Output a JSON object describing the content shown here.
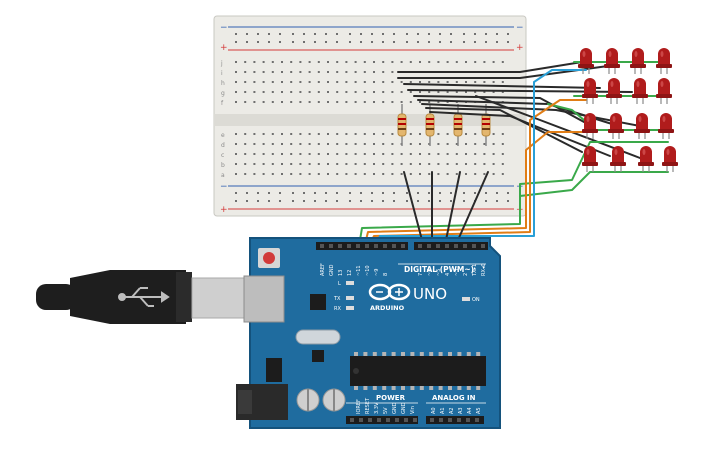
{
  "board": {
    "brand": "ARDUINO",
    "model": "UNO",
    "digital_label": "DIGITAL (PWM~)",
    "analog_label": "ANALOG IN",
    "power_label": "POWER",
    "on_label": "ON",
    "led_l": "L",
    "led_tx": "TX",
    "led_rx": "RX",
    "digital_pins": [
      "AREF",
      "GND",
      "13",
      "12",
      "~11",
      "~10",
      "~9",
      "8",
      "7",
      "~6",
      "~5",
      "4",
      "~3",
      "2",
      "TX▸1",
      "RX◂0"
    ],
    "power_pins": [
      "IOREF",
      "RESET",
      "3.3V",
      "5V",
      "GND",
      "GND",
      "Vin"
    ],
    "analog_pins": [
      "A0",
      "A1",
      "A2",
      "A3",
      "A4",
      "A5"
    ]
  },
  "breadboard": {
    "row_letters_top": [
      "j",
      "i",
      "h",
      "g",
      "f"
    ],
    "row_letters_bottom": [
      "e",
      "d",
      "c",
      "b",
      "a"
    ],
    "plus_sign": "+",
    "minus_sign": "−"
  },
  "colors": {
    "board_blue": "#1f6c9f",
    "board_edge": "#14527c",
    "breadboard": "#ecebe6",
    "wire_black": "#2a2a2a",
    "wire_green": "#3aa94a",
    "wire_orange": "#e07d16",
    "wire_blue": "#2a9fd6",
    "led_red": "#b01c1c",
    "rail_red": "#d43b3b",
    "rail_blue": "#2f5fb0"
  },
  "components": {
    "led_count": 16,
    "resistor_count": 4,
    "usb_icon": "usb-icon"
  }
}
